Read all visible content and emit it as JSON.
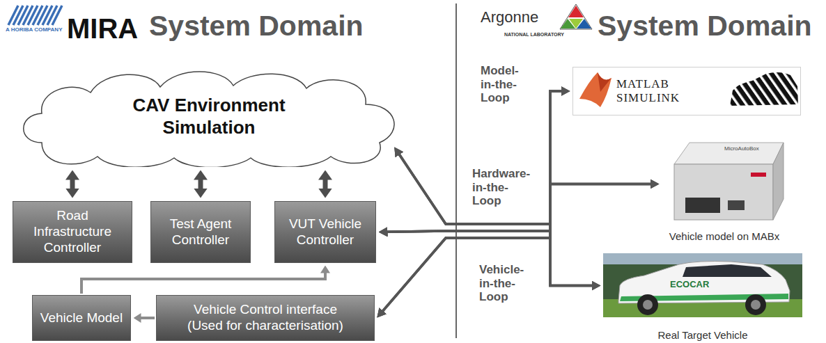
{
  "diagram": {
    "nodes": [
      {
        "text": [
          "CAV Environment Simulation"
        ]
      },
      {
        "text": [
          "Road Infrastructure Controller"
        ]
      },
      {
        "text": [
          "Test Agent Controller"
        ]
      },
      {
        "text": [
          "VUT Vehicle Controller"
        ]
      },
      {
        "text": [
          "Vehicle Model"
        ]
      },
      {
        "text": [
          "Vehicle Control interface (Used for characterisation)"
        ]
      },
      {
        "text": [
          "MATLAB SIMULINK"
        ]
      },
      {
        "text": [
          "Vehicle model on MABx"
        ]
      },
      {
        "text": [
          "Real Target Vehicle"
        ]
      }
    ],
    "edges": [
      {
        "from": 0,
        "to": 1,
        "arrow": "both"
      },
      {
        "from": 0,
        "to": 2,
        "arrow": "both"
      },
      {
        "from": 0,
        "to": 3,
        "arrow": "both"
      },
      {
        "from": 4,
        "to": 3,
        "arrow": "to"
      },
      {
        "from": 5,
        "to": 4,
        "arrow": "to"
      },
      {
        "from": 0,
        "to": 6,
        "arrow": "both"
      },
      {
        "from": 0,
        "to": 7,
        "arrow": "both"
      },
      {
        "from": 0,
        "to": 8,
        "arrow": "both"
      },
      {
        "from": 3,
        "to": 6,
        "arrow": "both"
      },
      {
        "from": 3,
        "to": 7,
        "arrow": "both"
      },
      {
        "from": 3,
        "to": 8,
        "arrow": "both"
      },
      {
        "from": 5,
        "to": 6,
        "arrow": "both"
      },
      {
        "from": 5,
        "to": 7,
        "arrow": "both"
      },
      {
        "from": 5,
        "to": 8,
        "arrow": "both"
      }
    ],
    "labels": [
      "A HORIBA COMPANY",
      "MIRA",
      "System Domain",
      "Argonne",
      "NATIONAL LABORATORY",
      "System Domain",
      "Model-in-the-Loop",
      "Hardware-in-the-Loop",
      "Vehicle-in-the-Loop",
      "MicroAutoBox",
      "ECOCAR"
    ]
  }
}
